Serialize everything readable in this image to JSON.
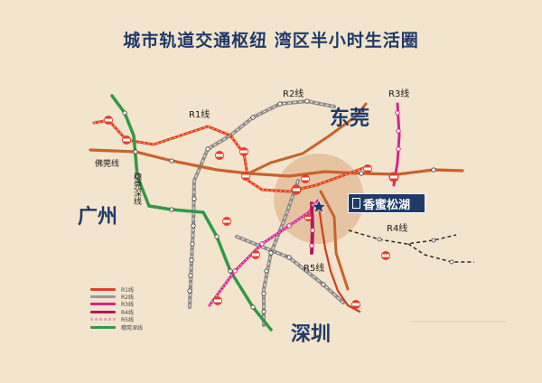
{
  "headline": "城市轨道交通枢纽   湾区半小时生活圈",
  "cities": {
    "guangzhou": "广州",
    "dongguan": "东莞",
    "shenzhen": "深圳"
  },
  "project": {
    "name": "香蜜松湖"
  },
  "line_labels": {
    "r1": "R1线",
    "r2": "R2线",
    "r3": "R3线",
    "r4": "R4线",
    "r5": "R5线",
    "foguan": "佛莞线",
    "suishen": "穗莞深线"
  },
  "legend": [
    {
      "color": "#e23f2d",
      "label": "R1线",
      "dashed": false
    },
    {
      "color": "#9a9a9a",
      "label": "R2线",
      "dashed": false
    },
    {
      "color": "#d2258f",
      "label": "R3线",
      "dashed": false
    },
    {
      "color": "#b6175e",
      "label": "R4线",
      "dashed": false
    },
    {
      "color": "#d6a7c8",
      "label": "R5线",
      "dashed": true
    },
    {
      "color": "#2f9a46",
      "label": "穗莞深线",
      "dashed": false
    }
  ],
  "colors": {
    "background": "#f3e4cd",
    "title": "#1f3a68",
    "r1": "#e23f2d",
    "r2": "#8c8c8c",
    "r3": "#d2258f",
    "r4": "#2c2c2c",
    "r5": "#d23c1f",
    "foguan": "#c8632a",
    "suishen": "#2f9a46"
  },
  "icons": [
    "star-icon",
    "interchange-icon",
    "station-dot-icon"
  ]
}
